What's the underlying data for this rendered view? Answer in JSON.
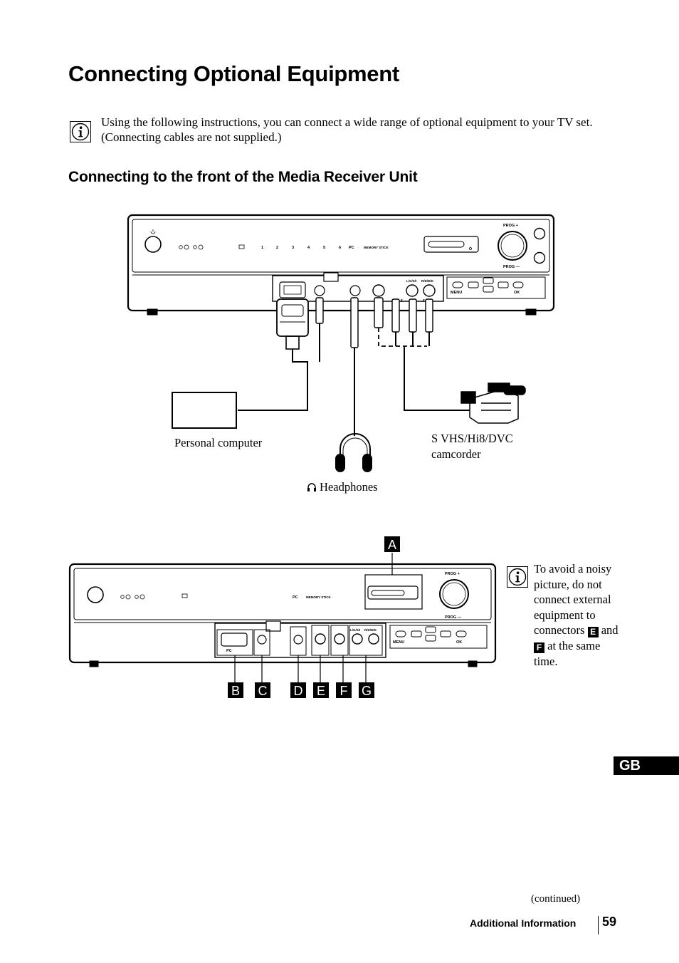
{
  "page": {
    "title": "Connecting Optional Equipment",
    "intro": "Using the following instructions, you can connect a wide range of optional equipment to your TV set. (Connecting cables are not supplied.)",
    "section_title": "Connecting to the front of the Media Receiver Unit"
  },
  "diagram1": {
    "personal_computer": "Personal computer",
    "camcorder_line1": "S VHS/Hi8/DVC",
    "camcorder_line2": "camcorder",
    "headphones": "Headphones",
    "panel": {
      "memory_stick": "MEMORY STICK",
      "pc": "PC",
      "prog_plus": "PROG +",
      "prog_minus": "PROG —",
      "menu": "MENU",
      "ok": "OK",
      "lgs": "L/G/S/I",
      "rddd": "R/D/D/D",
      "inputs": [
        "1",
        "2",
        "3",
        "4",
        "5",
        "6"
      ],
      "in6": "6"
    }
  },
  "diagram2": {
    "callouts": [
      "A",
      "B",
      "C",
      "D",
      "E",
      "F",
      "G"
    ],
    "pc_label": "PC"
  },
  "note": {
    "text_before": "To avoid a noisy picture, do not connect external equipment to connectors",
    "tag1": "E",
    "and": "and",
    "tag2": "F",
    "text_after": "at the same time."
  },
  "side_tab": "GB",
  "footer": {
    "continued": "(continued)",
    "section": "Additional Information",
    "page_number": "59"
  }
}
